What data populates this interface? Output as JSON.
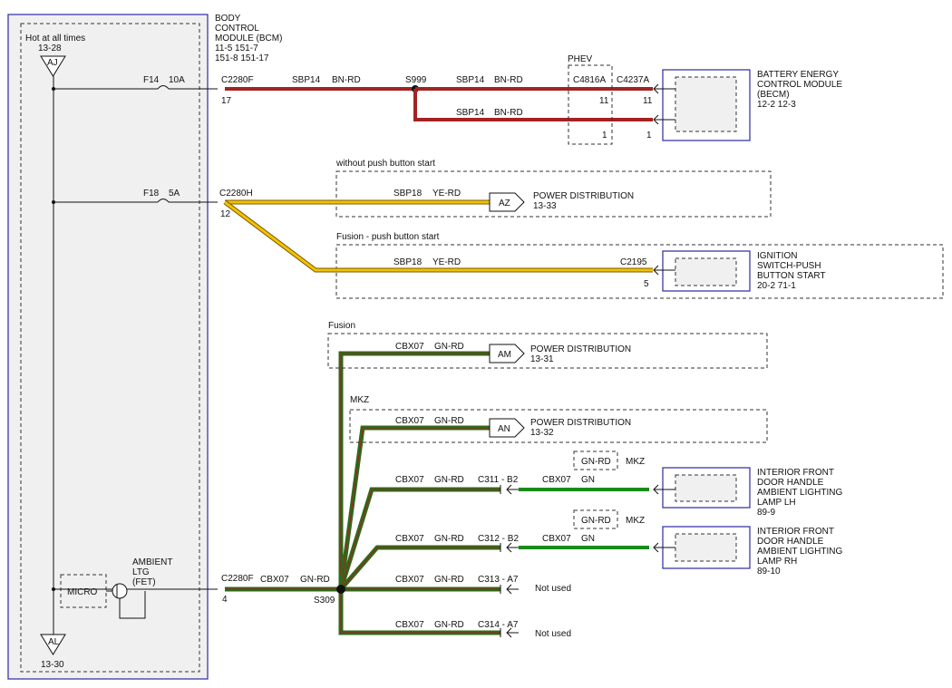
{
  "colors": {
    "bn_rd": "#a32222",
    "ye_rd": "#f2c200",
    "gn_rd": "#2e6b1a",
    "gn": "#1a8a1a",
    "module_border": "#3a3aa8",
    "bcm_fill": "#f0f0f0"
  },
  "left_panel": {
    "hot_label": "Hot at all times",
    "hot_ref": "13-28",
    "top_tag": "AJ",
    "bottom_tag": "AL",
    "bottom_ref": "13-30"
  },
  "bcm": {
    "title_lines": [
      "BODY",
      "CONTROL",
      "MODULE (BCM)",
      "11-5   151-7",
      "151-8   151-17"
    ]
  },
  "fuses": [
    {
      "name": "F14",
      "rating": "10A"
    },
    {
      "name": "F18",
      "rating": "5A"
    }
  ],
  "circuit1": {
    "connector": "C2280F",
    "pin": "17",
    "wire1": "SBP14",
    "color1": "BN-RD",
    "splice": "S999",
    "wire2": "SBP14",
    "color2": "BN-RD",
    "wire3": "SBP14",
    "color3": "BN-RD",
    "phev_label": "PHEV",
    "c_phev": "C4816A",
    "c_phev_pin1": "11",
    "c_phev_pin2": "1",
    "c_becm": "C4237A",
    "c_becm_pin1": "11",
    "c_becm_pin2": "1",
    "becm_lines": [
      "BATTERY ENERGY",
      "CONTROL MODULE",
      "(BECM)",
      "12-2   12-3"
    ]
  },
  "circuit2": {
    "connector": "C2280H",
    "pin": "12",
    "opt1_label": "without push button start",
    "wire_a": "SBP18",
    "color_a": "YE-RD",
    "tag_a": "AZ",
    "dest_a": "POWER DISTRIBUTION",
    "dest_a_ref": "13-33",
    "opt2_label": "Fusion - push button start",
    "wire_b": "SBP18",
    "color_b": "YE-RD",
    "c_ign": "C2195",
    "c_ign_pin": "5",
    "ign_lines": [
      "IGNITION",
      "SWITCH-PUSH",
      "BUTTON START",
      "20-2   71-1"
    ]
  },
  "circuit3": {
    "micro_label": "MICRO",
    "fet_lines": [
      "AMBIENT",
      "LTG",
      "(FET)"
    ],
    "connector": "C2280F",
    "pin": "4",
    "wire": "CBX07",
    "color": "GN-RD",
    "splice": "S309",
    "fusion_label": "Fusion",
    "b1_wire": "CBX07",
    "b1_color": "GN-RD",
    "b1_tag": "AM",
    "b1_dest": "POWER DISTRIBUTION",
    "b1_ref": "13-31",
    "mkz_label": "MKZ",
    "b2_wire": "CBX07",
    "b2_color": "GN-RD",
    "b2_tag": "AN",
    "b2_dest": "POWER DISTRIBUTION",
    "b2_ref": "13-32",
    "b3_wire": "CBX07",
    "b3_color": "GN-RD",
    "b3_conn": "C311 - B2",
    "b3_wire2": "CBX07",
    "b3_color2": "GN",
    "b3_alt_color": "GN-RD",
    "b3_alt_label": "MKZ",
    "b3_dest_lines": [
      "INTERIOR FRONT",
      "DOOR HANDLE",
      "AMBIENT LIGHTING",
      "LAMP LH",
      "89-9"
    ],
    "b4_wire": "CBX07",
    "b4_color": "GN-RD",
    "b4_conn": "C312 - B2",
    "b4_wire2": "CBX07",
    "b4_color2": "GN",
    "b4_alt_color": "GN-RD",
    "b4_alt_label": "MKZ",
    "b4_dest_lines": [
      "INTERIOR FRONT",
      "DOOR HANDLE",
      "AMBIENT LIGHTING",
      "LAMP RH",
      "89-10"
    ],
    "b5_wire": "CBX07",
    "b5_color": "GN-RD",
    "b5_conn": "C313 - A7",
    "b5_note": "Not used",
    "b6_wire": "CBX07",
    "b6_color": "GN-RD",
    "b6_conn": "C314 - A7",
    "b6_note": "Not used"
  }
}
